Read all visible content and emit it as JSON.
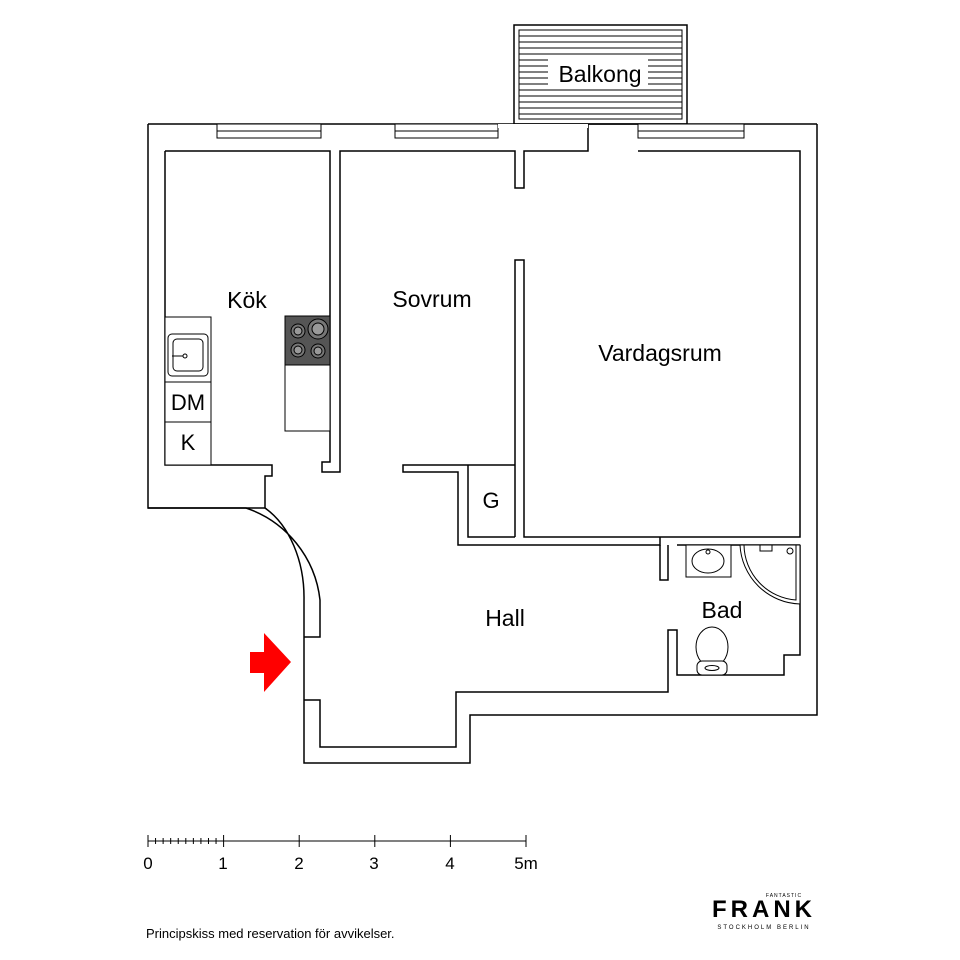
{
  "rooms": {
    "balcony": "Balkong",
    "kitchen": "Kök",
    "bedroom": "Sovrum",
    "living_room": "Vardagsrum",
    "hall": "Hall",
    "bathroom": "Bad"
  },
  "fixtures": {
    "dishwasher": "DM",
    "fridge": "K",
    "wardrobe": "G"
  },
  "scale": {
    "ticks": [
      "0",
      "1",
      "2",
      "3",
      "4",
      "5m"
    ]
  },
  "disclaimer": "Principskiss med reservation för avvikelser.",
  "logo": {
    "top": "FANTASTIC",
    "main": "FRANK",
    "sub": "STOCKHOLM  BERLIN"
  },
  "colors": {
    "entrance_arrow": "#ff0000",
    "stove": "#555555"
  }
}
